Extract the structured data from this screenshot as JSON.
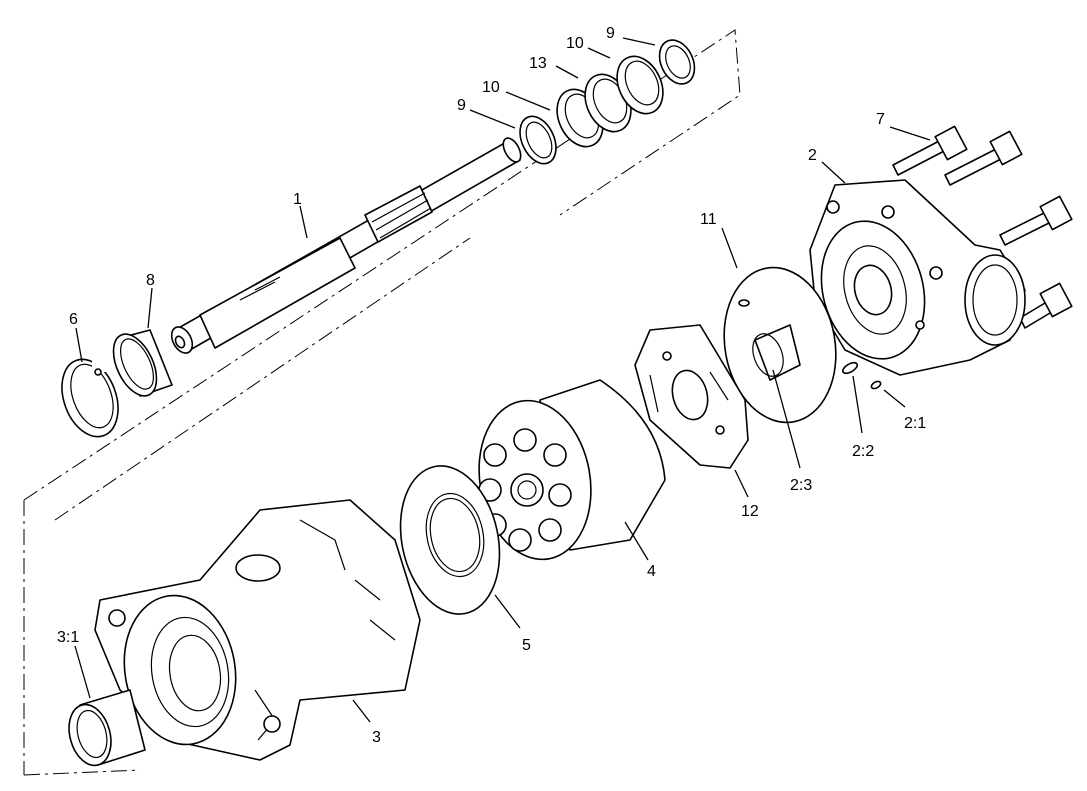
{
  "callouts": [
    {
      "id": "c1",
      "text": "1"
    },
    {
      "id": "c2",
      "text": "2"
    },
    {
      "id": "c21",
      "text": "2:1"
    },
    {
      "id": "c22",
      "text": "2:2"
    },
    {
      "id": "c23",
      "text": "2:3"
    },
    {
      "id": "c3",
      "text": "3"
    },
    {
      "id": "c31",
      "text": "3:1"
    },
    {
      "id": "c4",
      "text": "4"
    },
    {
      "id": "c5",
      "text": "5"
    },
    {
      "id": "c6",
      "text": "6"
    },
    {
      "id": "c7",
      "text": "7"
    },
    {
      "id": "c8",
      "text": "8"
    },
    {
      "id": "c9a",
      "text": "9"
    },
    {
      "id": "c9b",
      "text": "9"
    },
    {
      "id": "c10a",
      "text": "10"
    },
    {
      "id": "c10b",
      "text": "10"
    },
    {
      "id": "c11",
      "text": "11"
    },
    {
      "id": "c12",
      "text": "12"
    },
    {
      "id": "c13",
      "text": "13"
    }
  ]
}
